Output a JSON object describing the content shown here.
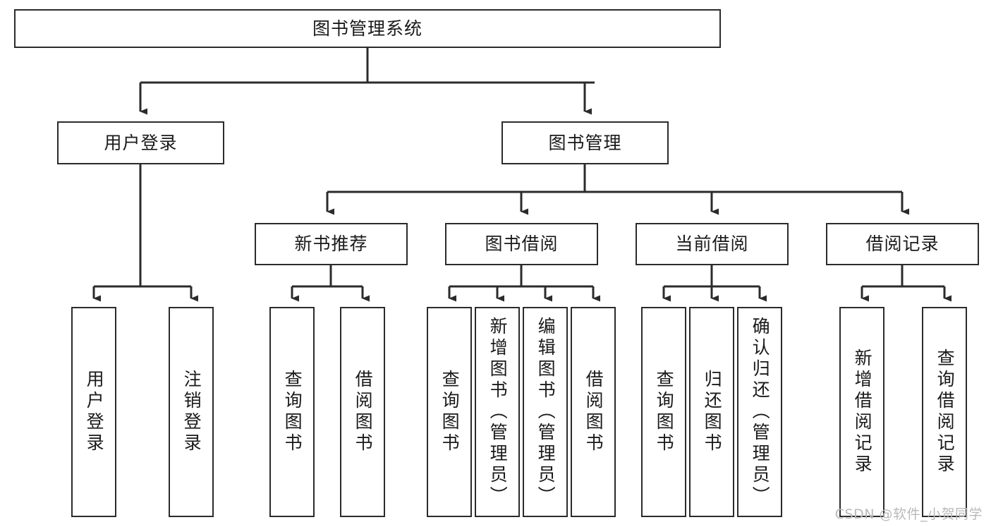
{
  "diagram": {
    "type": "tree-hierarchy",
    "title": "图书管理系统",
    "watermark": "CSDN @软件_小贺同学",
    "colors": {
      "box_border": "#2b2b2b",
      "box_fill": "#ffffff",
      "connector": "#2b2b2b",
      "watermark": "#b9b9b9",
      "background": "#ffffff"
    },
    "levels": [
      {
        "level": 1,
        "nodes": [
          "图书管理系统"
        ]
      },
      {
        "level": 2,
        "nodes": [
          "用户登录",
          "图书管理"
        ]
      },
      {
        "level": 3,
        "nodes": [
          "新书推荐",
          "图书借阅",
          "当前借阅",
          "借阅记录"
        ]
      },
      {
        "level": 4,
        "nodes": [
          "用户登录",
          "注销登录",
          "查询图书",
          "借阅图书",
          "查询图书",
          "新增图书（管理员）",
          "编辑图书（管理员）",
          "借阅图书",
          "查询图书",
          "归还图书",
          "确认归还（管理员）",
          "新增借阅记录",
          "查询借阅记录"
        ]
      }
    ],
    "nodes": {
      "root": {
        "label": "图书管理系统",
        "orientation": "horizontal"
      },
      "user_login": {
        "label": "用户登录",
        "orientation": "horizontal"
      },
      "book_manage": {
        "label": "图书管理",
        "orientation": "horizontal"
      },
      "new_book_rec": {
        "label": "新书推荐",
        "orientation": "horizontal"
      },
      "book_borrow": {
        "label": "图书借阅",
        "orientation": "horizontal"
      },
      "current_borrow": {
        "label": "当前借阅",
        "orientation": "horizontal"
      },
      "borrow_record": {
        "label": "借阅记录",
        "orientation": "horizontal"
      },
      "leaf_user_login": {
        "label": "用户登录",
        "orientation": "vertical"
      },
      "leaf_logout": {
        "label": "注销登录",
        "orientation": "vertical"
      },
      "leaf_query_book_1": {
        "label": "查询图书",
        "orientation": "vertical"
      },
      "leaf_borrow_book_1": {
        "label": "借阅图书",
        "orientation": "vertical"
      },
      "leaf_query_book_2": {
        "label": "查询图书",
        "orientation": "vertical"
      },
      "leaf_add_book": {
        "label": "新增图书（管理员）",
        "orientation": "vertical"
      },
      "leaf_edit_book": {
        "label": "编辑图书（管理员）",
        "orientation": "vertical"
      },
      "leaf_borrow_book_2": {
        "label": "借阅图书",
        "orientation": "vertical"
      },
      "leaf_query_book_3": {
        "label": "查询图书",
        "orientation": "vertical"
      },
      "leaf_return_book": {
        "label": "归还图书",
        "orientation": "vertical"
      },
      "leaf_confirm_return": {
        "label": "确认归还（管理员）",
        "orientation": "vertical"
      },
      "leaf_add_record": {
        "label": "新增借阅记录",
        "orientation": "vertical"
      },
      "leaf_query_record": {
        "label": "查询借阅记录",
        "orientation": "vertical"
      }
    },
    "edges": [
      {
        "from": "图书管理系统",
        "to": "用户登录"
      },
      {
        "from": "图书管理系统",
        "to": "图书管理"
      },
      {
        "from": "用户登录",
        "to": "用户登录"
      },
      {
        "from": "用户登录",
        "to": "注销登录"
      },
      {
        "from": "图书管理",
        "to": "新书推荐"
      },
      {
        "from": "图书管理",
        "to": "图书借阅"
      },
      {
        "from": "图书管理",
        "to": "当前借阅"
      },
      {
        "from": "图书管理",
        "to": "借阅记录"
      },
      {
        "from": "新书推荐",
        "to": "查询图书"
      },
      {
        "from": "新书推荐",
        "to": "借阅图书"
      },
      {
        "from": "图书借阅",
        "to": "查询图书"
      },
      {
        "from": "图书借阅",
        "to": "新增图书（管理员）"
      },
      {
        "from": "图书借阅",
        "to": "编辑图书（管理员）"
      },
      {
        "from": "图书借阅",
        "to": "借阅图书"
      },
      {
        "from": "当前借阅",
        "to": "查询图书"
      },
      {
        "from": "当前借阅",
        "to": "归还图书"
      },
      {
        "from": "当前借阅",
        "to": "确认归还（管理员）"
      },
      {
        "from": "借阅记录",
        "to": "新增借阅记录"
      },
      {
        "from": "借阅记录",
        "to": "查询借阅记录"
      }
    ]
  }
}
